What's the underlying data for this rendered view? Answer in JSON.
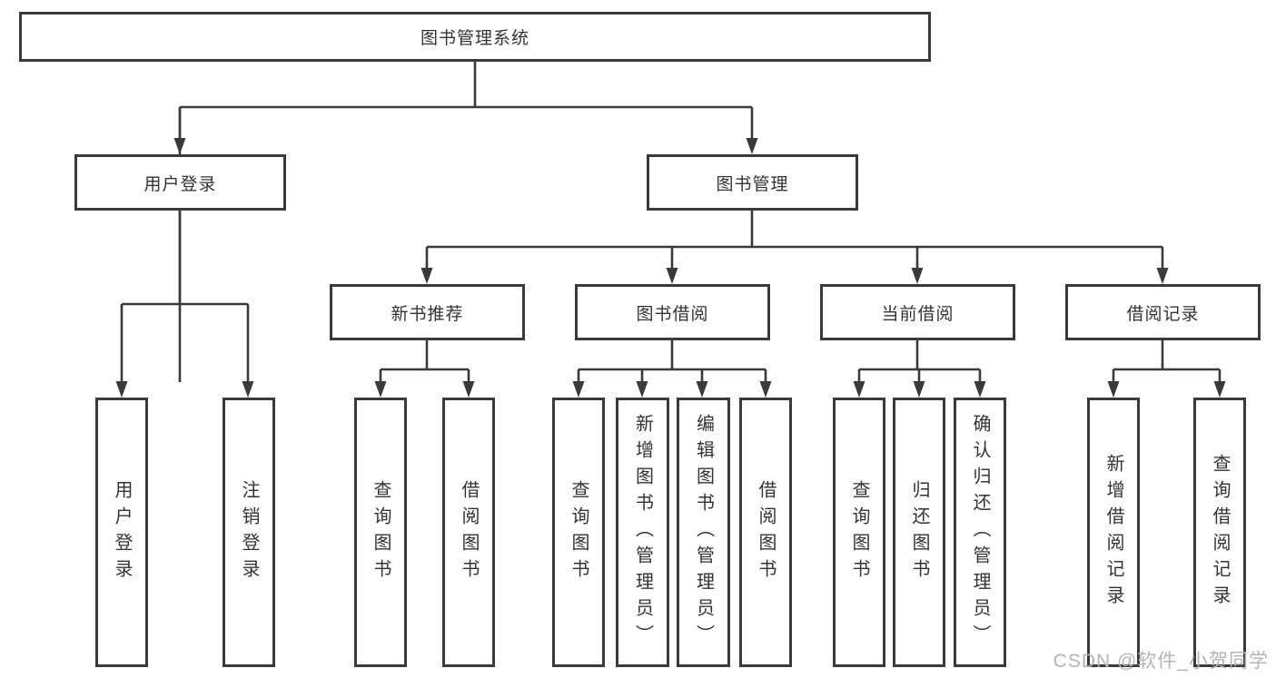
{
  "colors": {
    "line": "#3a3a3a",
    "text": "#333333",
    "watermark": "#b4b4b4",
    "background": "#ffffff"
  },
  "watermark": {
    "text": "CSDN @软件_小贺同学"
  },
  "tree": {
    "root": {
      "label": "图书管理系统"
    },
    "level2": [
      {
        "label": "用户登录"
      },
      {
        "label": "图书管理"
      }
    ],
    "level3": [
      {
        "label": "新书推荐",
        "parent": "图书管理"
      },
      {
        "label": "图书借阅",
        "parent": "图书管理"
      },
      {
        "label": "当前借阅",
        "parent": "图书管理"
      },
      {
        "label": "借阅记录",
        "parent": "图书管理"
      }
    ],
    "leaves": [
      {
        "label": "用户登录",
        "parent": "用户登录"
      },
      {
        "label": "注销登录",
        "parent": "用户登录"
      },
      {
        "label": "查询图书",
        "parent": "新书推荐"
      },
      {
        "label": "借阅图书",
        "parent": "新书推荐"
      },
      {
        "label": "查询图书",
        "parent": "图书借阅"
      },
      {
        "label": "新增图书（管理员）",
        "parent": "图书借阅"
      },
      {
        "label": "编辑图书（管理员）",
        "parent": "图书借阅"
      },
      {
        "label": "借阅图书",
        "parent": "图书借阅"
      },
      {
        "label": "查询图书",
        "parent": "当前借阅"
      },
      {
        "label": "归还图书",
        "parent": "当前借阅"
      },
      {
        "label": "确认归还（管理员）",
        "parent": "当前借阅"
      },
      {
        "label": "新增借阅记录",
        "parent": "借阅记录"
      },
      {
        "label": "查询借阅记录",
        "parent": "借阅记录"
      }
    ]
  }
}
